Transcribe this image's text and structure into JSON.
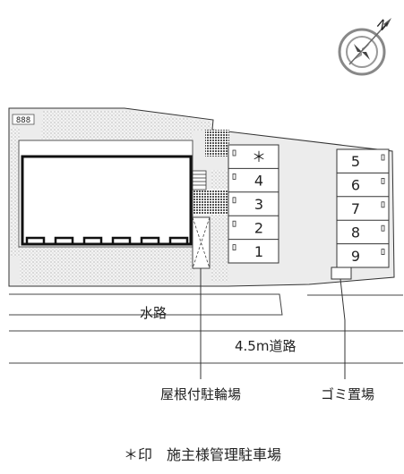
{
  "compass": {
    "label": "N",
    "icon": "compass-icon"
  },
  "building": {
    "room_label": "888"
  },
  "parking": {
    "left_column": [
      "＊",
      "4",
      "3",
      "2",
      "1"
    ],
    "right_column": [
      "5",
      "6",
      "7",
      "8",
      "9"
    ]
  },
  "labels": {
    "waterway": "水路",
    "road": "4.5m道路",
    "bicycle_parking": "屋根付駐輪場",
    "garbage": "ゴミ置場"
  },
  "legend": "＊印　施主様管理駐車場",
  "colors": {
    "site_fill": "#ececec",
    "line": "#333333",
    "grid": "#555555"
  }
}
